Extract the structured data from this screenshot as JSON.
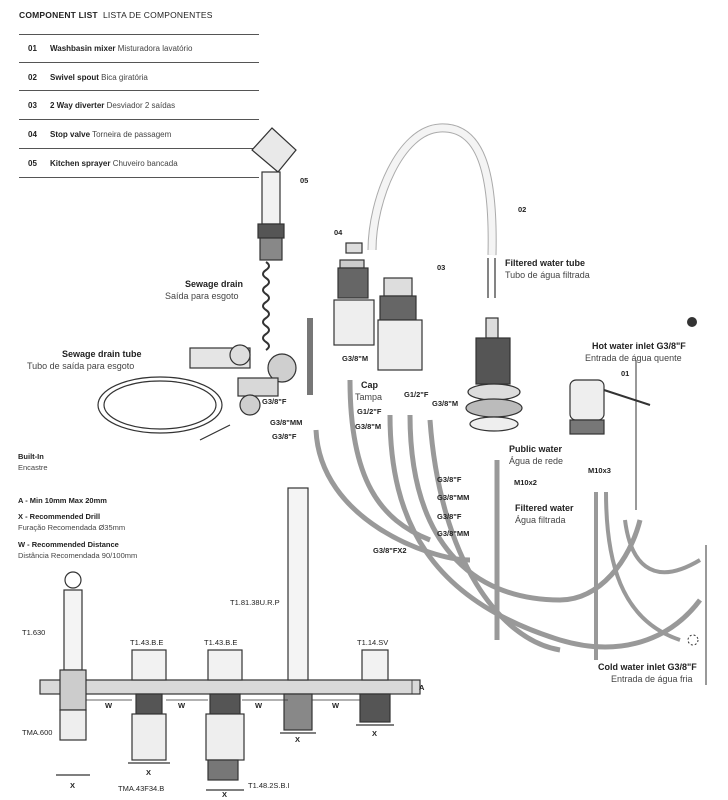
{
  "header": {
    "title_en": "COMPONENT LIST",
    "title_pt": "LISTA DE COMPONENTES"
  },
  "components": [
    {
      "num": "01",
      "en": "Washbasin mixer",
      "pt": "Misturadora lavatório"
    },
    {
      "num": "02",
      "en": "Swivel spout",
      "pt": "Bica giratória"
    },
    {
      "num": "03",
      "en": "2 Way diverter",
      "pt": "Desviador 2 saídas"
    },
    {
      "num": "04",
      "en": "Stop valve",
      "pt": "Torneira de passagem"
    },
    {
      "num": "05",
      "en": "Kitchen sprayer",
      "pt": "Chuveiro bancada"
    }
  ],
  "callouts": {
    "n05": "05",
    "n04": "04",
    "n03": "03",
    "n02": "02",
    "n01": "01",
    "sewage_drain_en": "Sewage drain",
    "sewage_drain_pt": "Saída para esgoto",
    "sewage_tube_en": "Sewage drain tube",
    "sewage_tube_pt": "Tubo de saída para esgoto",
    "filtered_tube_en": "Filtered water tube",
    "filtered_tube_pt": "Tubo de água filtrada",
    "hot_inlet_en": "Hot water inlet G3/8\"F",
    "hot_inlet_pt": "Entrada de água quente",
    "public_en": "Public water",
    "public_pt": "Água de rede",
    "filtered_en": "Filtered water",
    "filtered_pt": "Água filtrada",
    "cold_inlet_en": "Cold water inlet G3/8\"F",
    "cold_inlet_pt": "Entrada de água fria",
    "cap_en": "Cap",
    "cap_pt": "Tampa"
  },
  "fittings": {
    "g38m": "G3/8\"M",
    "g38f_a": "G3/8\"F",
    "g38mm_a": "G3/8\"MM",
    "g38f_b": "G3/8\"F",
    "g12f_a": "G1/2\"F",
    "g12f_b": "G1/2\"F",
    "g38m_b": "G3/8\"M",
    "g38m_c": "G3/8\"M",
    "g38f_c": "G3/8\"F",
    "g38mm_b": "G3/8\"MM",
    "g38f_d": "G3/8\"F",
    "g38mm_c": "G3/8\"MM",
    "g38fx2": "G3/8\"FX2",
    "m10x2": "M10x2",
    "m10x3": "M10x3"
  },
  "notes": {
    "builtin_en": "Built-In",
    "builtin_pt": "Encastre",
    "a_line": "A - Min 10mm Max 20mm",
    "x_en": "X - Recommended Drill",
    "x_pt": "Furação Recomendada Ø35mm",
    "w_en": "W - Recommended Distance",
    "w_pt": "Distância Recomendada 90/100mm"
  },
  "parts": {
    "t1630": "T1.630",
    "t143a": "T1.43.B.E",
    "t143b": "T1.43.B.E",
    "t181": "T1.81.38U.R.P",
    "t114": "T1.14.SV",
    "tma600": "TMA.600",
    "tma43": "TMA.43F34.B",
    "t148": "T1.48.2S.B.I"
  },
  "dims": {
    "w1": "W",
    "w2": "W",
    "w3": "W",
    "w4": "W",
    "a": "A",
    "x1": "X",
    "x2": "X",
    "x3": "X",
    "x4": "X",
    "x5": "X"
  }
}
